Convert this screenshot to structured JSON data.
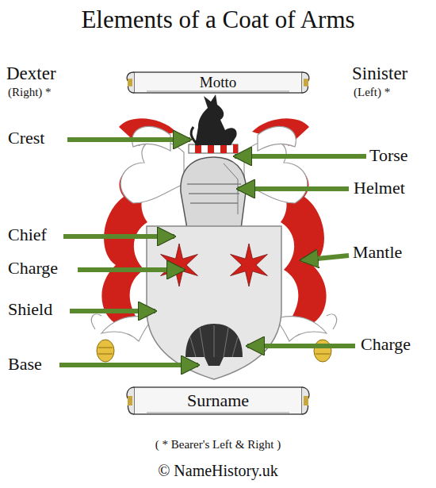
{
  "diagram": {
    "title": "Elements of a Coat of Arms",
    "caption": "( * Bearer's Left & Right )",
    "nodes": [
      {
        "text": [
          "Motto"
        ]
      },
      {
        "text": [
          "Surname"
        ]
      }
    ],
    "labels": [
      "Dexter",
      "(Right) *",
      "Sinister",
      "(Left) *",
      "Crest",
      "Torse",
      "Helmet",
      "Chief",
      "Mantle",
      "Charge",
      "Shield",
      "Charge",
      "Base",
      "© NameHistory.uk"
    ]
  }
}
